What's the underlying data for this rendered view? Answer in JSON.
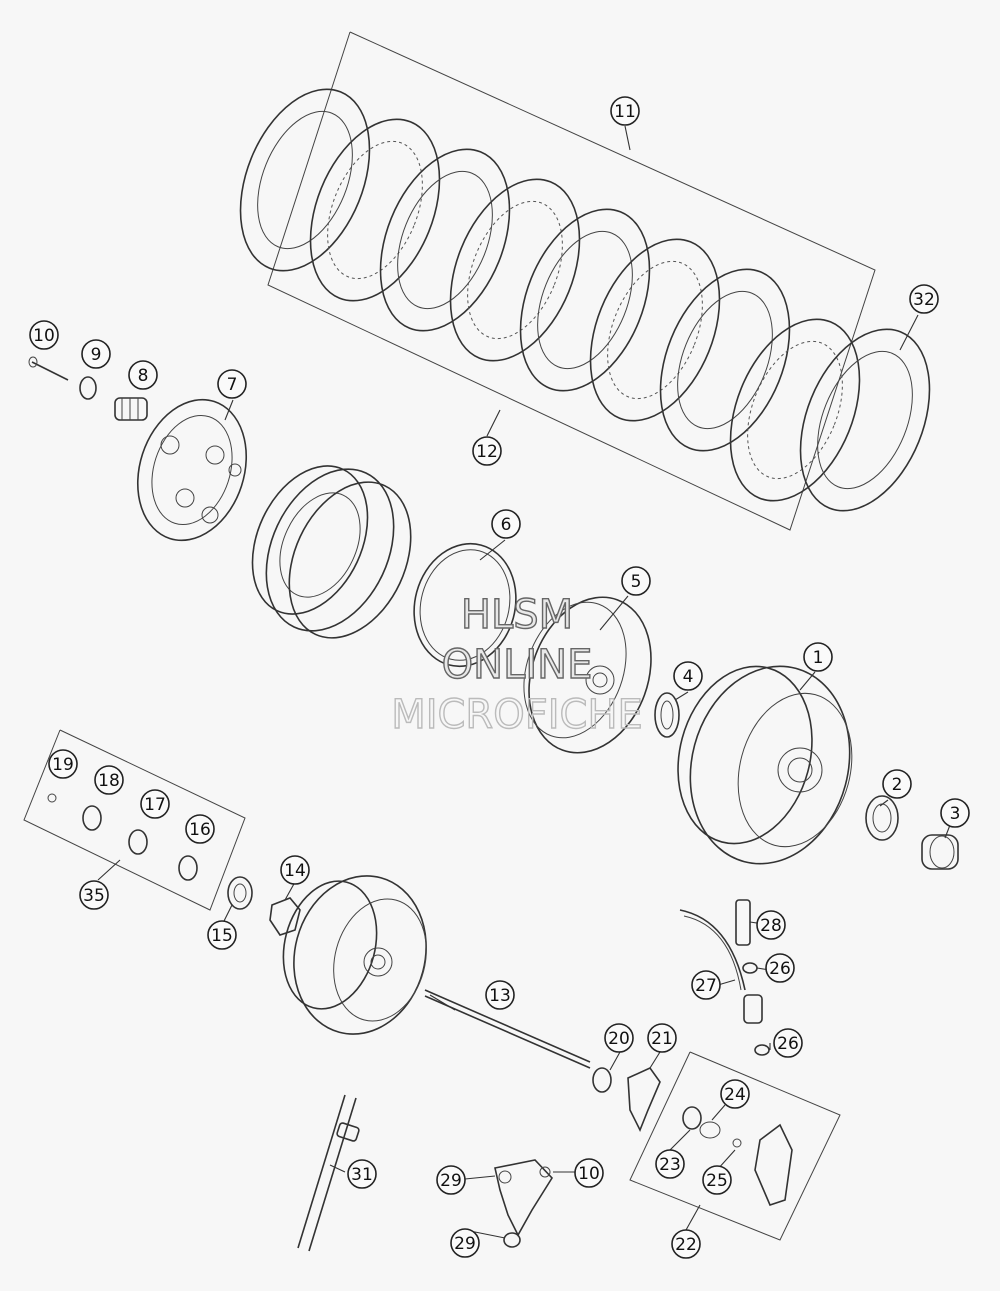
{
  "diagram": {
    "watermark": {
      "line1": "HLSM",
      "line2": "ONLINE",
      "line3": "MICROFICHE"
    },
    "callouts": [
      {
        "label": "1"
      },
      {
        "label": "2"
      },
      {
        "label": "3"
      },
      {
        "label": "4"
      },
      {
        "label": "5"
      },
      {
        "label": "6"
      },
      {
        "label": "7"
      },
      {
        "label": "8"
      },
      {
        "label": "9"
      },
      {
        "label": "10"
      },
      {
        "label": "11"
      },
      {
        "label": "12"
      },
      {
        "label": "13"
      },
      {
        "label": "14"
      },
      {
        "label": "15"
      },
      {
        "label": "16"
      },
      {
        "label": "17"
      },
      {
        "label": "18"
      },
      {
        "label": "19"
      },
      {
        "label": "35"
      },
      {
        "label": "20"
      },
      {
        "label": "21"
      },
      {
        "label": "22"
      },
      {
        "label": "23"
      },
      {
        "label": "24"
      },
      {
        "label": "25"
      },
      {
        "label": "26"
      },
      {
        "label": "26"
      },
      {
        "label": "27"
      },
      {
        "label": "28"
      },
      {
        "label": "29"
      },
      {
        "label": "29"
      },
      {
        "label": "10"
      },
      {
        "label": "31"
      },
      {
        "label": "32"
      }
    ]
  }
}
